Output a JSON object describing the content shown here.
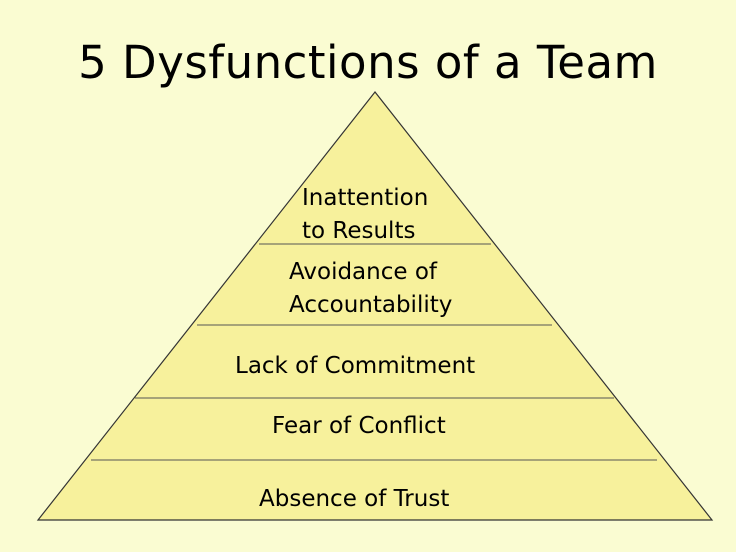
{
  "title": "5 Dysfunctions of a Team",
  "colors": {
    "background": "#fafcd2",
    "pyramid_fill": "#f7f19c",
    "outline": "#000000"
  },
  "pyramid": {
    "tiers": [
      {
        "line1": "Inattention",
        "line2": "to Results"
      },
      {
        "line1": "Avoidance of",
        "line2": "Accountability"
      },
      {
        "label": "Lack of Commitment"
      },
      {
        "label": "Fear of Conflict"
      },
      {
        "label": "Absence of Trust"
      }
    ]
  }
}
